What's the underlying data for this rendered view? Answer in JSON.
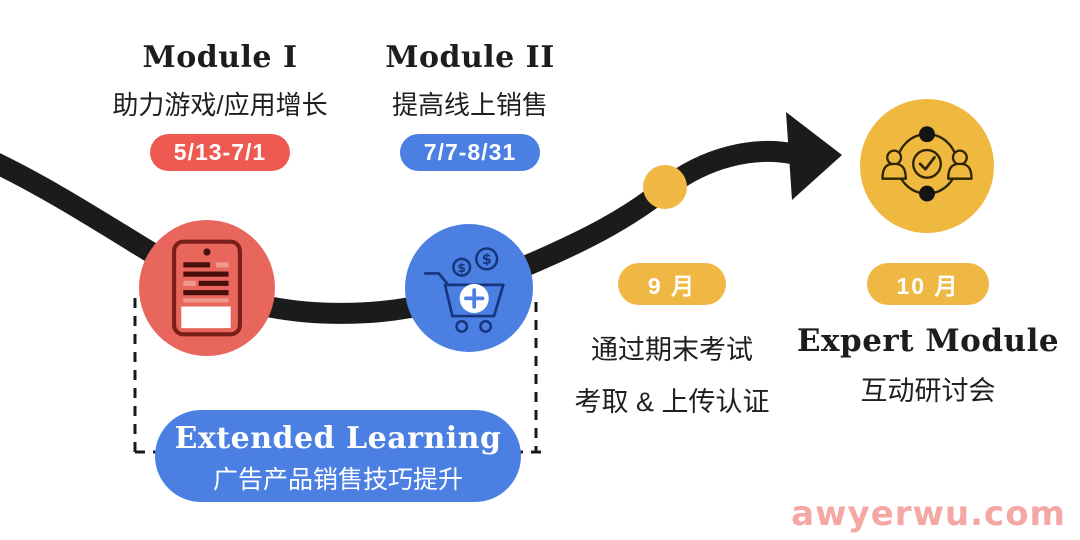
{
  "palette": {
    "red_badge": "#ee5a52",
    "red_circle": "#e9665d",
    "blue": "#4b80e2",
    "yellow_badge": "#efb845",
    "yellow_circle": "#efb83e",
    "path_black": "#1b1b1b",
    "text_dark": "#1d1d1f",
    "watermark_pink": "#f5a7a4"
  },
  "timeline": {
    "module1": {
      "title": "Module I",
      "subtitle": "助力游戏/应用增长",
      "date_badge": "5/13-7/1",
      "icon": "mobile-app-ad-icon"
    },
    "module2": {
      "title": "Module II",
      "subtitle": "提高线上销售",
      "date_badge": "7/7-8/31",
      "icon": "shopping-cart-icon"
    },
    "september": {
      "month_badge": "9 月",
      "line1": "通过期末考试",
      "line2": "考取 & 上传认证"
    },
    "october": {
      "month_badge": "10 月",
      "title": "Expert Module",
      "subtitle": "互动研讨会",
      "icon": "network-check-icon"
    },
    "extended": {
      "title": "Extended Learning",
      "subtitle": "广告产品销售技巧提升"
    }
  },
  "watermark": "awyerwu.com"
}
